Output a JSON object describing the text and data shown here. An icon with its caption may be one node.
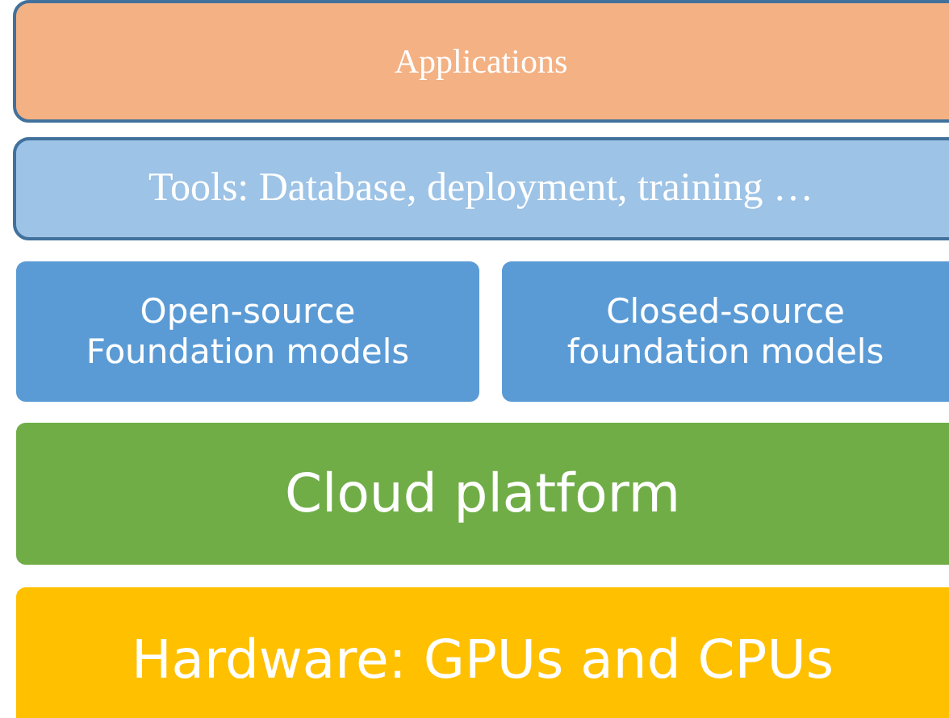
{
  "diagram": {
    "nodes": [
      {
        "text": [
          "Applications"
        ]
      },
      {
        "text": [
          "Tools: Database, deployment, training …"
        ]
      },
      {
        "text": [
          "Open-source Foundation models"
        ]
      },
      {
        "text": [
          "Closed-source foundation models"
        ]
      },
      {
        "text": [
          "Cloud platform"
        ]
      },
      {
        "text": [
          "Hardware: GPUs and CPUs"
        ]
      }
    ]
  }
}
